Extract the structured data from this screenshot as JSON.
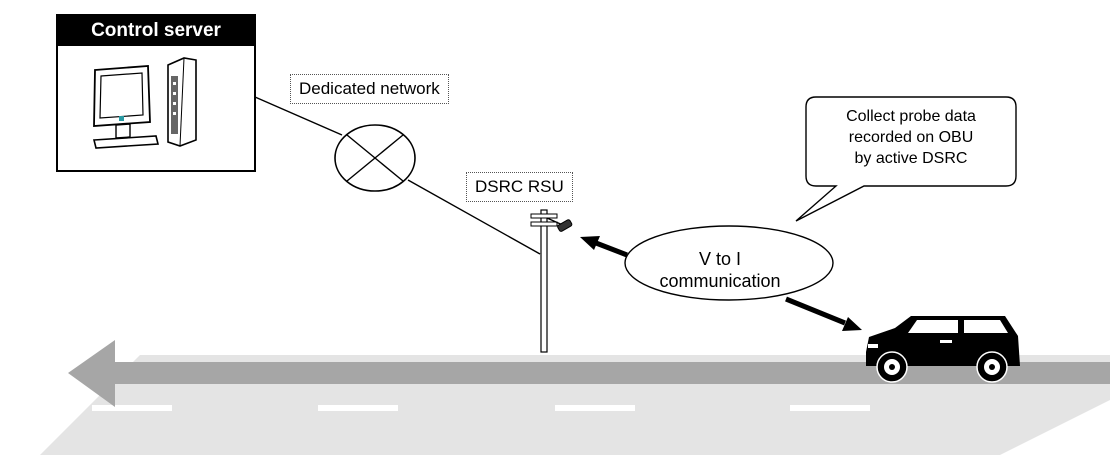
{
  "server": {
    "title": "Control server"
  },
  "network": {
    "label": "Dedicated network"
  },
  "rsu": {
    "label": "DSRC RSU"
  },
  "communication": {
    "line1": "V to I",
    "line2": "communication"
  },
  "callout": {
    "line1": "Collect probe data",
    "line2": "recorded on OBU",
    "line3": "by active DSRC"
  },
  "colors": {
    "road": "#a6a6a6",
    "road_shadow": "#e3e3e3",
    "ink": "#000000",
    "lane_mark": "#ffffff"
  }
}
